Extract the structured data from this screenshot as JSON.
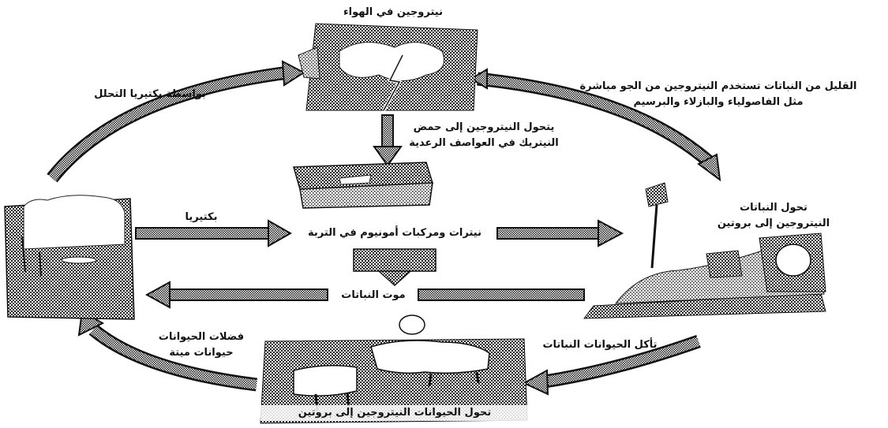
{
  "labels": {
    "air_nitrogen": "نيتروجين في الهواء",
    "decomposer_bacteria": "بواسطة بكتيريا التحلل",
    "plants_direct_uptake": {
      "line1": "القليل من النباتات تستخدم النيتروجين من الجو مباشرة",
      "line2": "مثل الفاصولياء والبازلاء والبرسيم"
    },
    "lightning_fixation": {
      "line1": "يتحول النيتروجين إلى حمض",
      "line2": "النيتريك في العواصف الرعدية"
    },
    "bacteria": "بكتيريا",
    "soil_nitrates": "نيترات ومركبات أمونيوم في التربة",
    "plants_convert": {
      "line1": "تحول النباتات",
      "line2": "النيتروجين إلى بروتين"
    },
    "plant_death": "موت النباتات",
    "animal_waste": {
      "line1": "فضلات الحيوانات",
      "line2": "حيوانات ميتة"
    },
    "animals_eat_plants": "تأكل الحيوانات النباتات",
    "animals_convert": "تحول الحيوانات النيتروجين إلى بروتين"
  },
  "icons": [
    "cloud-icon",
    "lightning-icon",
    "soil-block-icon",
    "bacteria-soil-icon",
    "plants-icon",
    "cattle-icon",
    "soil-sample-icon"
  ],
  "colors": {
    "arrow_fill": "#8c8c8c",
    "arrow_stroke": "#111111",
    "background": "#ffffff"
  }
}
